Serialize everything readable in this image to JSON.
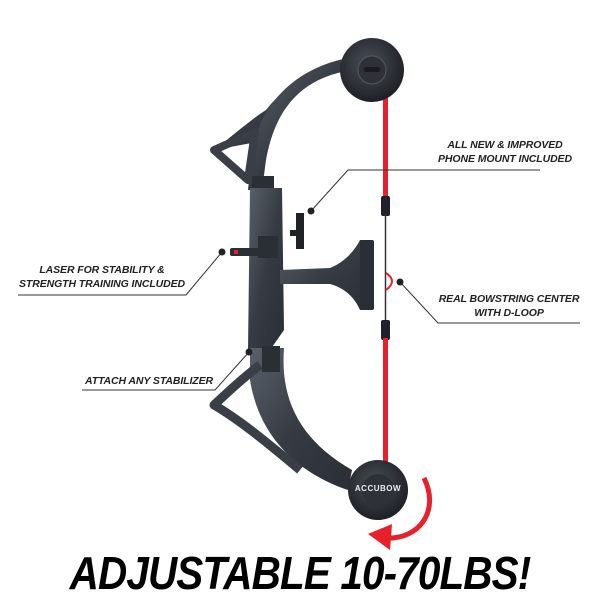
{
  "product": {
    "brand_logo_text": "ACCUBOW",
    "string_color": "#e8202c",
    "body_color": "#3a3f47"
  },
  "callouts": [
    {
      "id": "phone-mount",
      "line1": "ALL NEW & IMPROVED",
      "line2": "PHONE MOUNT INCLUDED"
    },
    {
      "id": "laser",
      "line1": "LASER FOR STABILITY &",
      "line2": "STRENGTH TRAINING INCLUDED"
    },
    {
      "id": "bowstring",
      "line1": "REAL BOWSTRING CENTER",
      "line2": "WITH D-LOOP"
    },
    {
      "id": "stabilizer",
      "line1": "ATTACH ANY STABILIZER"
    }
  ],
  "headline": "ADJUSTABLE 10-70LBS!",
  "accent_color": "#e8202c"
}
